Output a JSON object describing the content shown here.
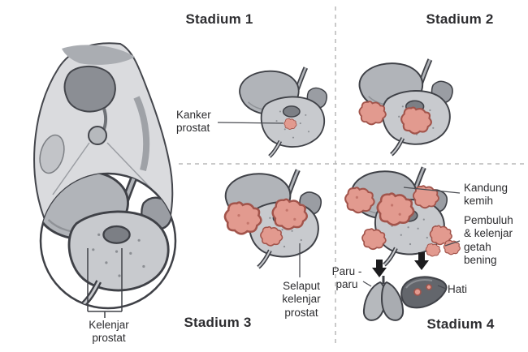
{
  "stages": {
    "s1": {
      "title": "Stadium 1",
      "annotation": "Kanker\nprostat"
    },
    "s2": {
      "title": "Stadium 2"
    },
    "s3": {
      "title": "Stadium 3",
      "annotation": "Selaput\nkelenjar\nprostat"
    },
    "s4": {
      "title": "Stadium 4",
      "annotations": {
        "bladder": "Kandung\nkemih",
        "lymph": "Pembuluh\n& kelenjar\ngetah\nbening",
        "lungs": "Paru -\nparu",
        "liver": "Hati"
      }
    }
  },
  "overview": {
    "annotation": "Kelenjar\nprostat"
  },
  "colors": {
    "background": "#ffffff",
    "text": "#2d2d30",
    "outline": "#3f4147",
    "body-light": "#dadbde",
    "organ-gray": "#b1b4b9",
    "prostate-gray": "#c8cace",
    "tumor-fill": "#e29a8f",
    "tumor-stroke": "#a2544b",
    "divider": "#b8b8b8",
    "arrow": "#1c1c1e"
  }
}
